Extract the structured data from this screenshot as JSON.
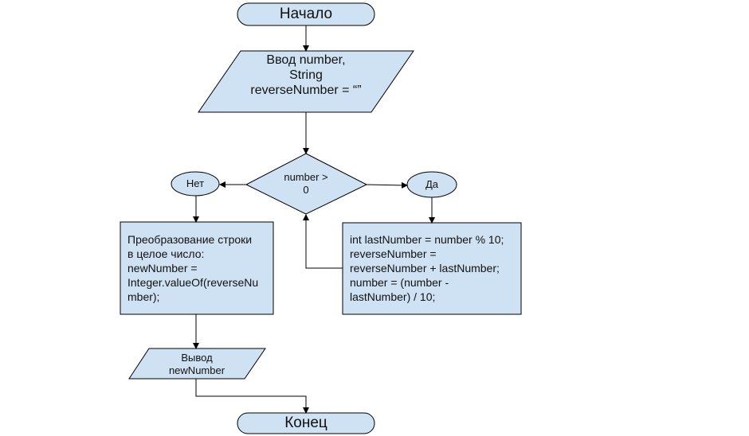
{
  "diagram": {
    "start": "Начало",
    "input": {
      "lines": [
        "Ввод number,",
        "String",
        "reverseNumber = “”"
      ]
    },
    "condition": {
      "lines": [
        "number >",
        "0"
      ]
    },
    "no_label": "Нет",
    "yes_label": "Да",
    "convert": {
      "lines": [
        "Преобразование строки",
        "в целое число:",
        "newNumber =",
        "Integer.valueOf(reverseNu",
        "mber);"
      ]
    },
    "loop_body": {
      "lines": [
        "int lastNumber = number % 10;",
        "reverseNumber =",
        "reverseNumber + lastNumber;",
        "number = (number -",
        "lastNumber) / 10;"
      ]
    },
    "output": {
      "lines": [
        "Вывод",
        "newNumber"
      ]
    },
    "end": "Конец"
  },
  "colors": {
    "fill": "#cfe2f3",
    "stroke": "#000000"
  }
}
